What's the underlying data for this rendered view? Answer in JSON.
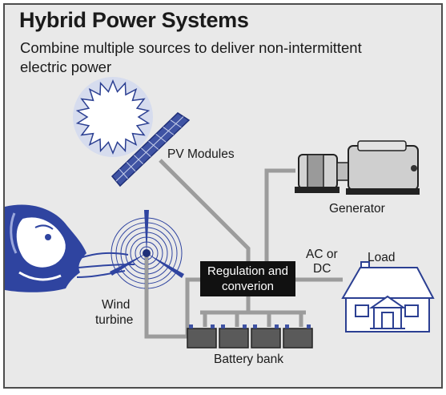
{
  "title": "Hybrid Power Systems",
  "subtitle_line1": "Combine multiple sources to deliver non-intermittent",
  "subtitle_line2": "electric power",
  "labels": {
    "pv_modules": "PV Modules",
    "generator": "Generator",
    "acdc_line1": "AC or",
    "acdc_line2": "DC",
    "load": "Load",
    "wind_line1": "Wind",
    "wind_line2": "turbine",
    "regulation_line1": "Regulation and",
    "regulation_line2": "converion",
    "battery_bank": "Battery bank"
  },
  "colors": {
    "background": "#e9e9e9",
    "border": "#4d4d4d",
    "wire": "#9c9c9c",
    "panel_blue": "#3f53a3",
    "outline_blue": "#2b3f92",
    "sun_glow": "#d6dcee",
    "regulation_box": "#111111",
    "battery": "#5a5a5a",
    "generator_body": "#cfcfcf",
    "house_fill": "#ffffff"
  },
  "icons": [
    "sun-icon",
    "pv-panel-icon",
    "generator-icon",
    "wind-face-icon",
    "wind-turbine-icon",
    "house-icon",
    "battery-icon"
  ]
}
